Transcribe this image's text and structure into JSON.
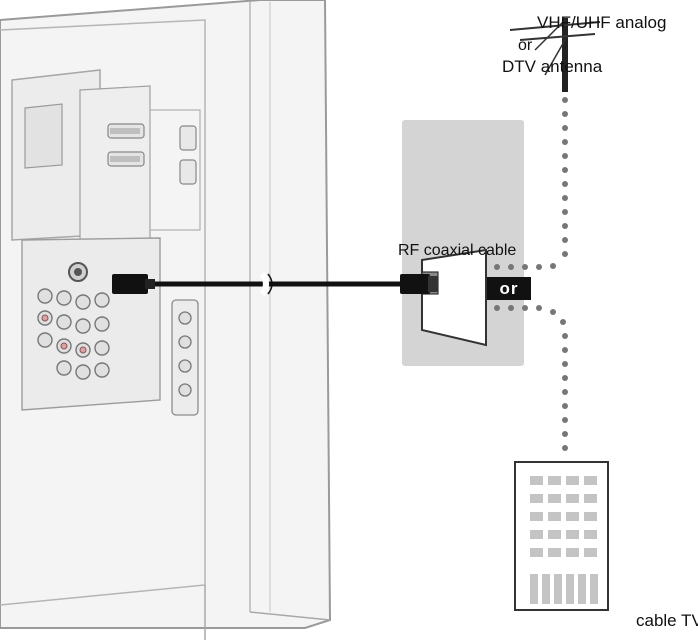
{
  "labels": {
    "antenna_line1": "VHF/UHF analog",
    "antenna_or": "or",
    "antenna_line2": "DTV antenna",
    "cable_label": "RF coaxial cable",
    "or_badge": "or",
    "cable_tv": "cable TV"
  },
  "colors": {
    "tv_body": "#f3f3f3",
    "tv_outline": "#9a9a9a",
    "wall_plate": "#d4d4d4",
    "cable": "#111111",
    "dots": "#777777",
    "building_window": "#c4c4c4"
  }
}
